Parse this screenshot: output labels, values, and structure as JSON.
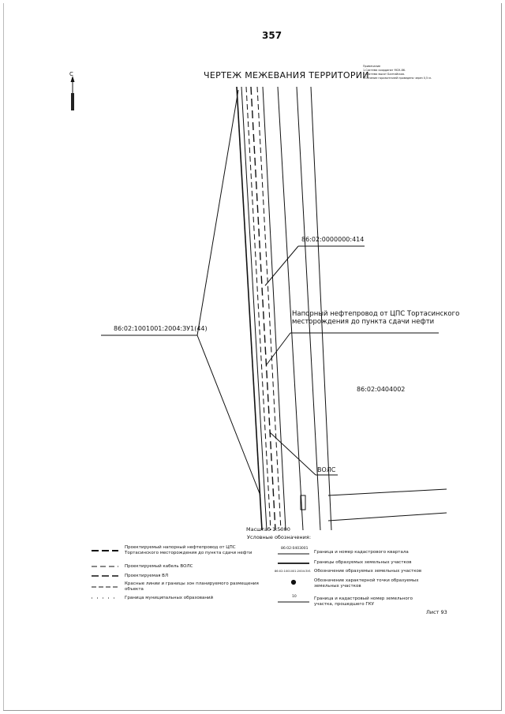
{
  "page_number": "357",
  "title": "ЧЕРТЕЖ МЕЖЕВАНИЯ ТЕРРИТОРИИ",
  "north_label": "С",
  "notes": [
    "Примечание",
    "1.Система координат МСК-86.",
    "2.Система высот Балтийская.",
    "3.Сечение горизонталей проведено через 0,5 м."
  ],
  "labels": {
    "parcel_414": "86:02:0000000:414",
    "parcel_zu1": "86:02:1001001:2004:ЗУ1(44)",
    "pipeline_line1": "Напорный нефтепровод от ЦПС Тортасинского",
    "pipeline_line2": "месторождения до пункта сдачи нефти",
    "quarter": "86:02:0404002",
    "vols": "ВОЛС"
  },
  "scale": "Масштаб 1:5000",
  "legend_title": "Условные обозначения:",
  "legend_left": [
    "Проектируемый напорный нефтепровод от ЦПС Тортасинского месторождения до пункта сдачи нефти",
    "Проектируемый кабель ВОЛС",
    "Проектируемая ВЛ",
    "Красные линии и границы зон планируемого размещения объекта",
    "Граница муниципальных образований"
  ],
  "legend_right": [
    {
      "sample": "86:02:0403001",
      "text": "Граница и номер кадастрового квартала"
    },
    {
      "sample": "",
      "text": "Границы образуемых земельных участков"
    },
    {
      "sample": "86:02:1001001:2004:ЗУ1",
      "text": "Обозначение образуемых земельных участков"
    },
    {
      "sample": "",
      "text": "Обозначение характерной точки образуемых земельных участков"
    },
    {
      "sample": "10",
      "text": "Граница и кадастровый номер земельного участка, прошедшего ГКУ"
    }
  ],
  "sheet": "Лист 93"
}
